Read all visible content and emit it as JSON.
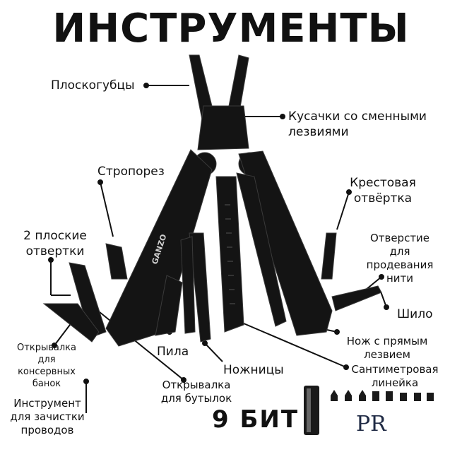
{
  "title": "ИНСТРУМЕНТЫ",
  "labels": {
    "pliers": "Плоскогубцы",
    "cutters_line1": "Кусачки со сменными",
    "cutters_line2": "лезвиями",
    "strap_cutter": "Стропорез",
    "phillips_line1": "Крестовая",
    "phillips_line2": "отвёртка",
    "flat_line1": "2 плоские",
    "flat_line2": "отвертки",
    "thread_line1": "Отверстие",
    "thread_line2": "для",
    "thread_line3": "продевания",
    "thread_line4": "нити",
    "awl": "Шило",
    "straight_knife_line1": "Нож с прямым",
    "straight_knife_line2": "лезвием",
    "can_opener_line1": "Открывалка",
    "can_opener_line2": "для",
    "can_opener_line3": "консервных",
    "can_opener_line4": "банок",
    "saw": "Пила",
    "scissors": "Ножницы",
    "ruler_line1": "Сантиметровая",
    "ruler_line2": "линейка",
    "bottle_opener_line1": "Открывалка",
    "bottle_opener_line2": "для бутылок",
    "wire_stripper_line1": "Инструмент",
    "wire_stripper_line2": "для зачистки",
    "wire_stripper_line3": "проводов"
  },
  "bits_label": "9 БИТ",
  "brand_on_tool": "GANZO",
  "logo_letters": "PR",
  "colors": {
    "tool": "#141414",
    "edge": "#3a3a3a",
    "line": "#111111",
    "background": "#ffffff"
  }
}
